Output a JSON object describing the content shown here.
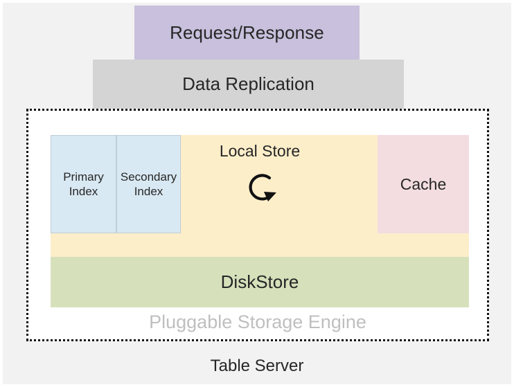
{
  "diagram": {
    "title": "Table Server",
    "background_color": "#f2f2f2",
    "outer_caption": "Table Server",
    "layers": {
      "request_response": {
        "label": "Request/Response",
        "color": "#c8c0dc"
      },
      "data_replication": {
        "label": "Data Replication",
        "color": "#d4d4d4"
      },
      "storage_engine": {
        "caption": "Pluggable Storage Engine",
        "caption_color": "#bfbfbf",
        "border_style": "dotted",
        "border_color": "#111111",
        "fill": "#ffffff"
      }
    },
    "storage_components": {
      "local_store": {
        "label": "Local Store",
        "color": "#fdeeca",
        "icon": "cycle-arrow-icon"
      },
      "primary_index": {
        "label_line1": "Primary",
        "label_line2": "Index",
        "color": "#d9e9f3"
      },
      "secondary_index": {
        "label_line1": "Secondary",
        "label_line2": "Index",
        "color": "#d9e9f3"
      },
      "cache": {
        "label": "Cache",
        "color": "#f3dde0"
      },
      "disk_store": {
        "label": "DiskStore",
        "color": "#d6e1bc"
      }
    }
  }
}
